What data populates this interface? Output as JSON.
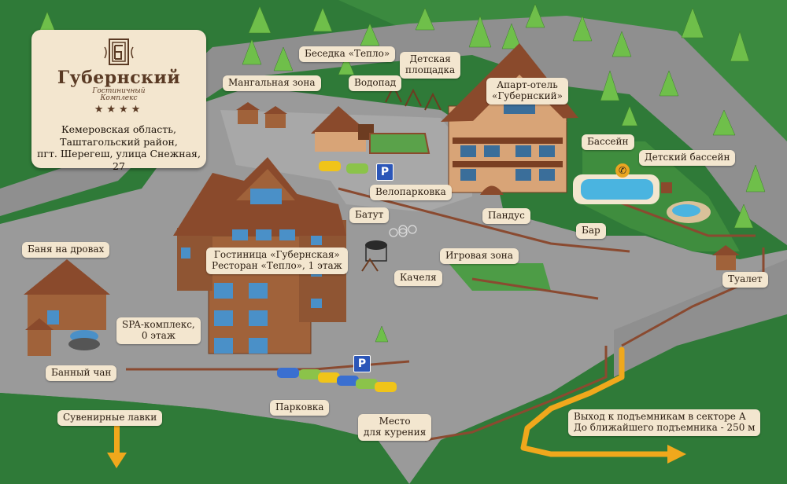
{
  "brand": {
    "name": "Губернский",
    "subtitle_line1": "Гостиничный",
    "subtitle_line2": "Комплекс",
    "stars": "★★★★",
    "address_line1": "Кемеровская область,",
    "address_line2": "Таштагольский район,",
    "address_line3": "пгт. Шерегеш, улица Снежная, 27"
  },
  "labels": {
    "besedka": "Беседка «Тепло»",
    "detskaya_1": "Детская",
    "detskaya_2": "площадка",
    "mangal": "Мангальная зона",
    "vodopad": "Водопад",
    "apart_1": "Апарт-отель",
    "apart_2": "«Губернский»",
    "basseyn": "Бассейн",
    "detsky_basseyn": "Детский бассейн",
    "veloparkovka": "Велопарковка",
    "batut": "Батут",
    "pandus": "Пандус",
    "bar": "Бар",
    "banya": "Баня на дровах",
    "gostinitsa_1": "Гостиница «Губернская»",
    "gostinitsa_2": "Ресторан «Тепло», 1 этаж",
    "igrovaya": "Игровая зона",
    "kachelya": "Качеля",
    "tualet": "Туалет",
    "spa_1": "SPA-комплекс,",
    "spa_2": "0 этаж",
    "banny_chan": "Банный чан",
    "parkovka": "Парковка",
    "mesto_1": "Место",
    "mesto_2": "для курения",
    "suveniry": "Сувенирные лавки",
    "vyhod_1": "Выход к подъемникам в секторе А",
    "vyhod_2": "До ближайшего подъемника - 250 м"
  },
  "signs": {
    "parking": "P",
    "phone": "✆"
  },
  "colors": {
    "grass": "#2f7a38",
    "road": "#8c8c8c",
    "building": "#a0623a",
    "roof": "#8a4a2c",
    "label_bg": "#f3e6cf",
    "arrow": "#f0a81c",
    "fence": "#8a4a30",
    "pool": "#4ab4e0"
  }
}
